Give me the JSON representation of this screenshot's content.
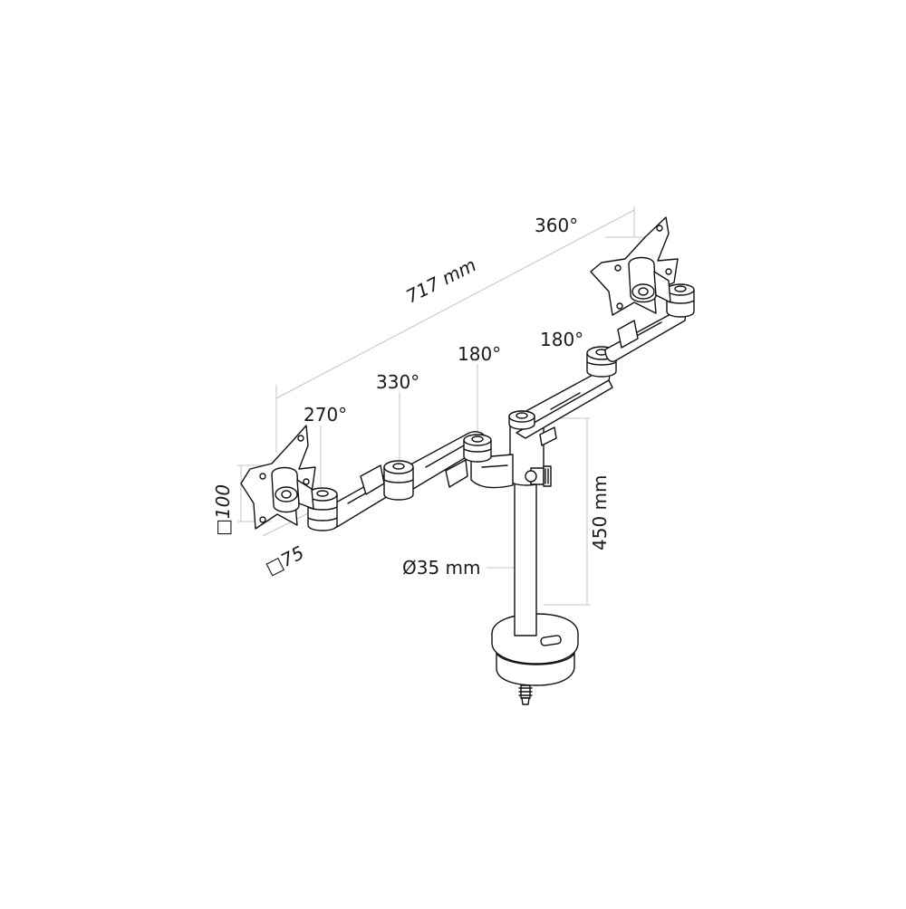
{
  "labels": {
    "width": "717 mm",
    "height": "450 mm",
    "pole_diameter": "Ø35 mm",
    "vesa_100": "□100",
    "vesa_75": "□75",
    "tilt_360": "360°",
    "swivel_270": "270°",
    "swivel_330": "330°",
    "swivel_180_left": "180°",
    "swivel_180_right": "180°"
  },
  "colors": {
    "line": "#111111",
    "dimension": "#c4c4c4",
    "text": "#1a1a1a",
    "background": "#ffffff"
  }
}
